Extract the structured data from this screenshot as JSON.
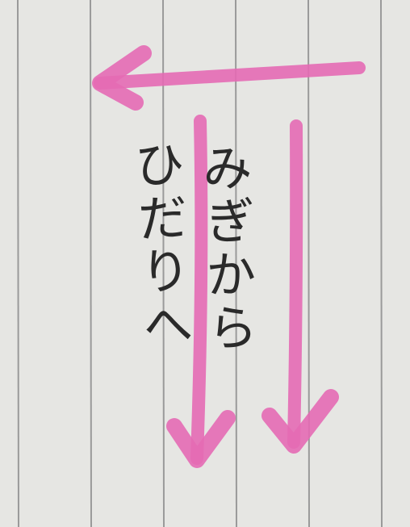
{
  "note": {
    "columns": [
      {
        "text": "みぎから"
      },
      {
        "text": "ひだりへ"
      }
    ]
  },
  "colors": {
    "paper": "#e6e6e3",
    "rule": "#9a9a9a",
    "marker": "#e46ab4",
    "ink": "#2a2a2a"
  },
  "arrows": [
    {
      "name": "arrow-left",
      "direction": "left"
    },
    {
      "name": "arrow-down-left",
      "direction": "down"
    },
    {
      "name": "arrow-down-right",
      "direction": "down"
    }
  ]
}
